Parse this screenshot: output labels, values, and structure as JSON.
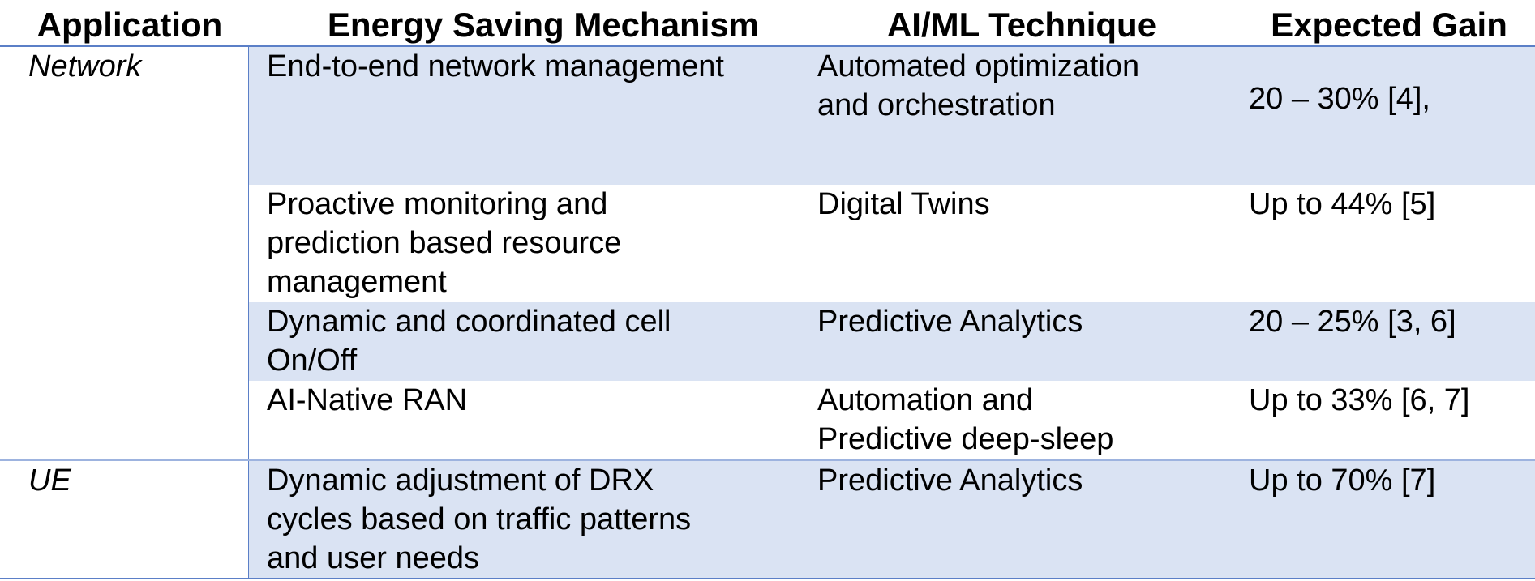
{
  "table": {
    "headers": {
      "application": "Application",
      "mechanism": "Energy Saving Mechanism",
      "technique": "AI/ML Technique",
      "gain": "Expected Gain"
    },
    "rows": [
      {
        "application": "Network",
        "mechanism": "End-to-end network management",
        "technique": "Automated optimization\nand orchestration",
        "gain": "20 – 30% [4],"
      },
      {
        "application": "",
        "mechanism": "Proactive monitoring and\nprediction based resource\nmanagement",
        "technique": "Digital Twins",
        "gain": "Up to 44% [5]"
      },
      {
        "application": "",
        "mechanism": "Dynamic and coordinated cell\nOn/Off",
        "technique": "Predictive Analytics",
        "gain": "20 – 25% [3, 6]"
      },
      {
        "application": "",
        "mechanism": "AI-Native RAN",
        "technique": "Automation and\nPredictive deep-sleep",
        "gain": "Up to 33% [6, 7]"
      },
      {
        "application": "UE",
        "mechanism": "Dynamic adjustment of DRX\ncycles based on traffic patterns\nand user needs",
        "technique": "Predictive Analytics",
        "gain": "Up to 70% [7]"
      }
    ]
  },
  "colors": {
    "row_shading": "#dae3f3",
    "border": "#5b7fc7"
  }
}
